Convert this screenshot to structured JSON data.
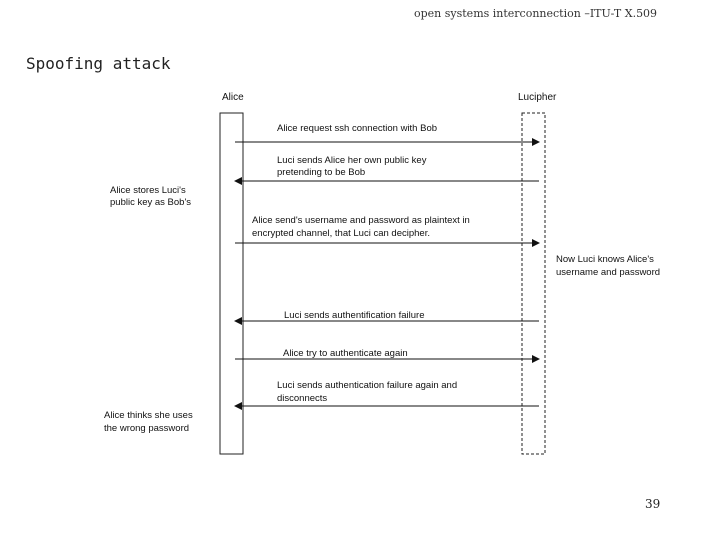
{
  "header": {
    "text": "open systems interconnection –ITU-T X.509"
  },
  "slide": {
    "title": "Spoofing attack",
    "page_number": "39"
  },
  "diagram": {
    "actors": {
      "alice": "Alice",
      "lucipher": "Lucipher"
    },
    "messages": [
      {
        "line1": "Alice request ssh connection with Bob",
        "line2": ""
      },
      {
        "line1": "Luci sends Alice her own public key",
        "line2": "pretending to be Bob"
      },
      {
        "line1": "Alice send's username and password as plaintext in",
        "line2": "encrypted channel, that Luci can decipher."
      },
      {
        "line1": "Luci sends authentification failure",
        "line2": ""
      },
      {
        "line1": "Alice try to authenticate again",
        "line2": ""
      },
      {
        "line1": "Luci sends authentication failure again and",
        "line2": "disconnects"
      }
    ],
    "notes": {
      "alice_stores": {
        "line1": "Alice stores Luci's",
        "line2": "public key as Bob's"
      },
      "now_luci": {
        "line1": "Now Luci knows Alice's",
        "line2": "username and password"
      },
      "alice_thinks": {
        "line1": "Alice thinks she uses",
        "line2": "the wrong password"
      }
    }
  }
}
